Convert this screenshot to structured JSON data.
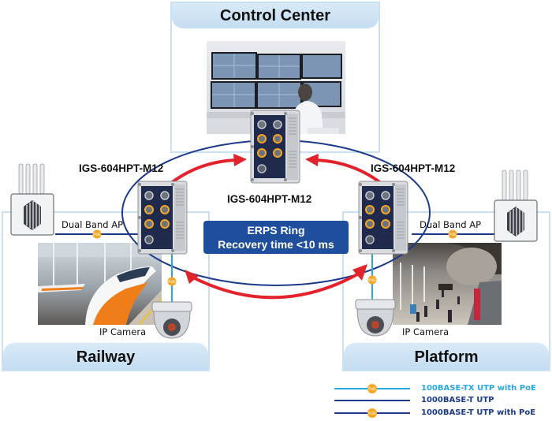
{
  "zones": {
    "control_center": {
      "title": "Control Center"
    },
    "railway": {
      "title": "Railway"
    },
    "platform": {
      "title": "Platform"
    }
  },
  "switches": {
    "center": {
      "model": "IGS-604HPT-M12"
    },
    "left": {
      "model": "IGS-604HPT-M12"
    },
    "right": {
      "model": "IGS-604HPT-M12"
    }
  },
  "devices": {
    "left_ap": {
      "label": "Dual Band AP"
    },
    "right_ap": {
      "label": "Dual Band AP"
    },
    "left_camera": {
      "label": "IP Camera"
    },
    "right_camera": {
      "label": "IP Camera"
    }
  },
  "ring": {
    "title": "ERPS Ring",
    "subtitle": "Recovery time <10 ms"
  },
  "poe_badge": "PoE",
  "legend": [
    {
      "label": "100BASE-TX UTP with PoE",
      "line_color": "#29a8e0",
      "text_color": "#29a8e0",
      "poe": true
    },
    {
      "label": "1000BASE-T UTP",
      "line_color": "#1b3a8c",
      "text_color": "#1b3a8c",
      "poe": false
    },
    {
      "label": "1000BASE-T UTP with PoE",
      "line_color": "#1b3a8c",
      "text_color": "#1b3a8c",
      "poe": true
    }
  ],
  "colors": {
    "ring_line": "#1b3a8c",
    "arrow": "#e3232c",
    "poe_badge": "#f5a623",
    "zone_border": "#c9e1f3",
    "erps_box": "#1f4e9c",
    "switch_face": "#1f2a4d"
  }
}
